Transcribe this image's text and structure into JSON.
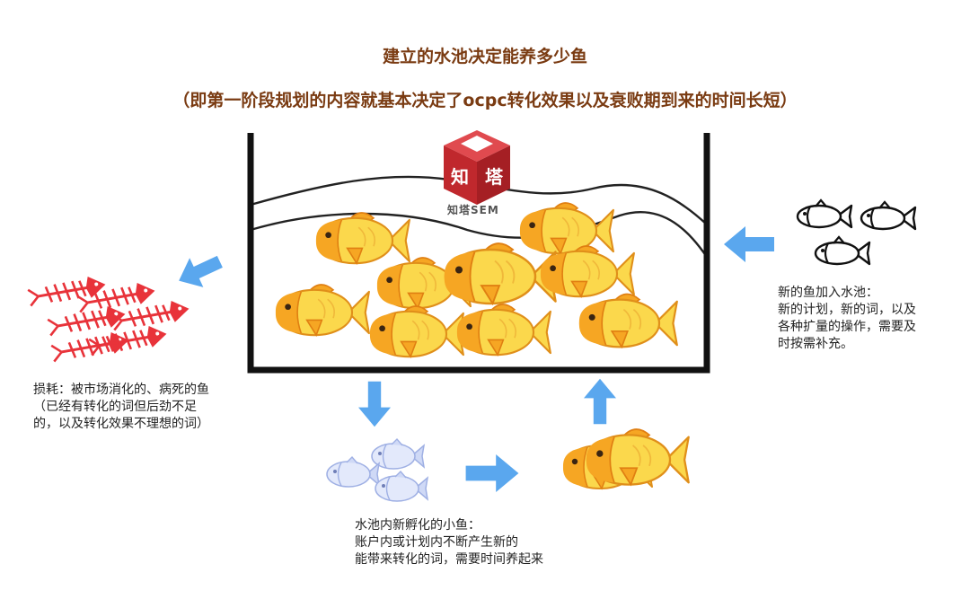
{
  "title": "建立的水池决定能养多少鱼",
  "subtitle": "（即第一阶段规划的内容就基本决定了ocpc转化效果以及衰败期到来的时间长短）",
  "logo": {
    "char1": "知",
    "char2": "塔",
    "caption": "知塔SEM",
    "color": "#c0282d"
  },
  "notes": {
    "loss": [
      "损耗：被市场消化的、病死的鱼",
      "（已经有转化的词但后劲不足",
      "的，以及转化效果不理想的词）"
    ],
    "new_fish": [
      "新的鱼加入水池：",
      "新的计划，新的词，以及",
      "各种扩量的操作，需要及",
      "时按需补充。"
    ],
    "young_fish": [
      "水池内新孵化的小鱼：",
      "账户内或计划内不断产生新的",
      "能带来转化的词，需要时间养起来"
    ]
  },
  "colors": {
    "title": "#7a3b12",
    "arrow": "#5aa7ee",
    "fish_body": "#fbd84c",
    "fish_head": "#f6a623",
    "bone": "#e8333a",
    "young_fish": "#b7c6ef"
  }
}
